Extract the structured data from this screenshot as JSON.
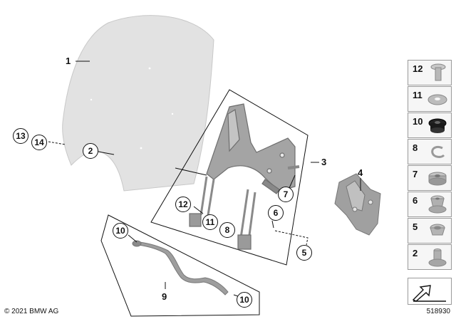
{
  "callouts": {
    "c1": "1",
    "c2": "2",
    "c3": "3",
    "c4": "4",
    "c5": "5",
    "c6": "6",
    "c7": "7",
    "c8": "8",
    "c9": "9",
    "c10a": "10",
    "c10b": "10",
    "c11": "11",
    "c12": "12",
    "c13": "13",
    "c14": "14"
  },
  "side_parts": [
    {
      "num": "12",
      "icon": "bolt-icon"
    },
    {
      "num": "11",
      "icon": "washer-icon"
    },
    {
      "num": "10",
      "icon": "rubber-grommet-icon"
    },
    {
      "num": "8",
      "icon": "circlip-icon"
    },
    {
      "num": "7",
      "icon": "knurled-nut-icon"
    },
    {
      "num": "6",
      "icon": "threaded-bushing-icon"
    },
    {
      "num": "5",
      "icon": "cup-washer-icon"
    },
    {
      "num": "2",
      "icon": "spacer-sleeve-icon"
    },
    {
      "num": "",
      "icon": "arrow-scale-icon"
    }
  ],
  "footer": {
    "copyright": "© 2021 BMW AG",
    "diagram_id": "518930"
  },
  "colors": {
    "part_grey": "#9c9c9c",
    "windshield": "#e2e2e2",
    "line": "#111111"
  }
}
